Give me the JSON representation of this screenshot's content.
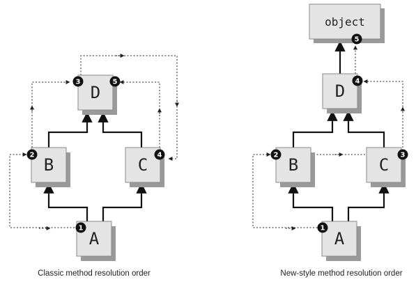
{
  "classic": {
    "caption": "Classic method resolution order",
    "nodes": {
      "a": "A",
      "b": "B",
      "c": "C",
      "d": "D"
    },
    "order": [
      "1",
      "2",
      "3",
      "4",
      "5"
    ]
  },
  "newstyle": {
    "caption": "New-style method resolution order",
    "nodes": {
      "a": "A",
      "b": "B",
      "c": "C",
      "d": "D",
      "object": "object"
    },
    "order": [
      "1",
      "2",
      "3",
      "4",
      "5"
    ]
  }
}
